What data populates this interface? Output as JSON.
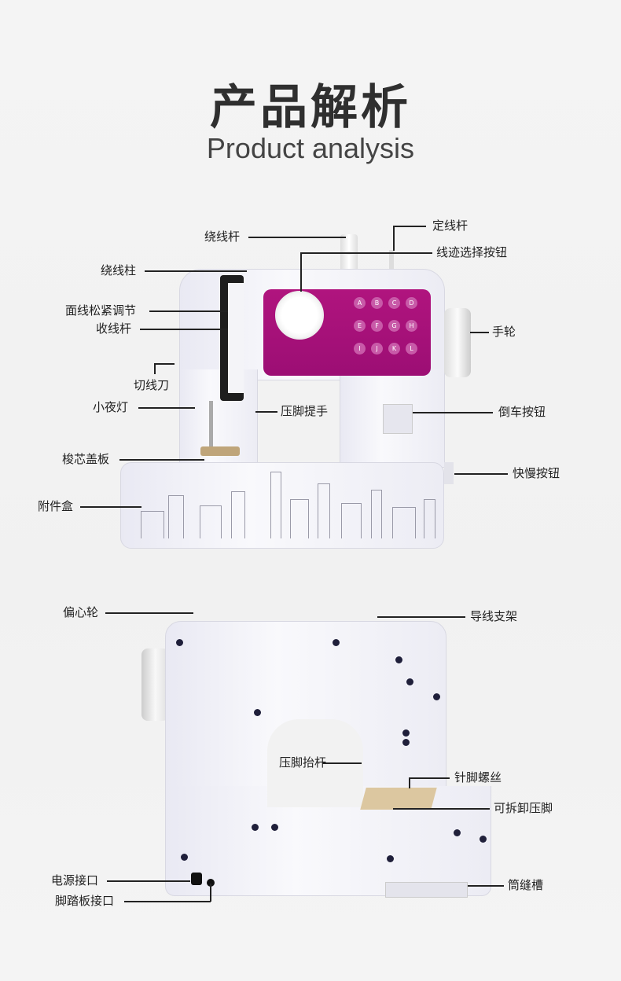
{
  "header": {
    "title": "产品解析",
    "subtitle": "Product analysis"
  },
  "front_labels": {
    "winder_rod": "绕线杆",
    "winder_post": "绕线柱",
    "tension": "面线松紧调节",
    "take_up": "收线杆",
    "cutter": "切线刀",
    "night_light": "小夜灯",
    "bobbin_cover": "梭芯盖板",
    "accessory_box": "附件盒",
    "thread_pin": "定线杆",
    "stitch_select": "线迹选择按钮",
    "handwheel": "手轮",
    "presser_lift": "压脚提手",
    "reverse": "倒车按钮",
    "speed": "快慢按钮"
  },
  "back_labels": {
    "eccentric": "偏心轮",
    "thread_guide": "导线支架",
    "presser_bar": "压脚抬杆",
    "needle_screw": "针脚螺丝",
    "removable_foot": "可拆卸压脚",
    "power_port": "电源接口",
    "pedal_port": "脚踏板接口",
    "free_arm": "筒缝槽"
  },
  "stitch_keys": [
    "A",
    "B",
    "C",
    "D",
    "E",
    "F",
    "G",
    "H",
    "I",
    "J",
    "K",
    "L"
  ],
  "colors": {
    "panel": "#a3107a",
    "text": "#222222"
  }
}
